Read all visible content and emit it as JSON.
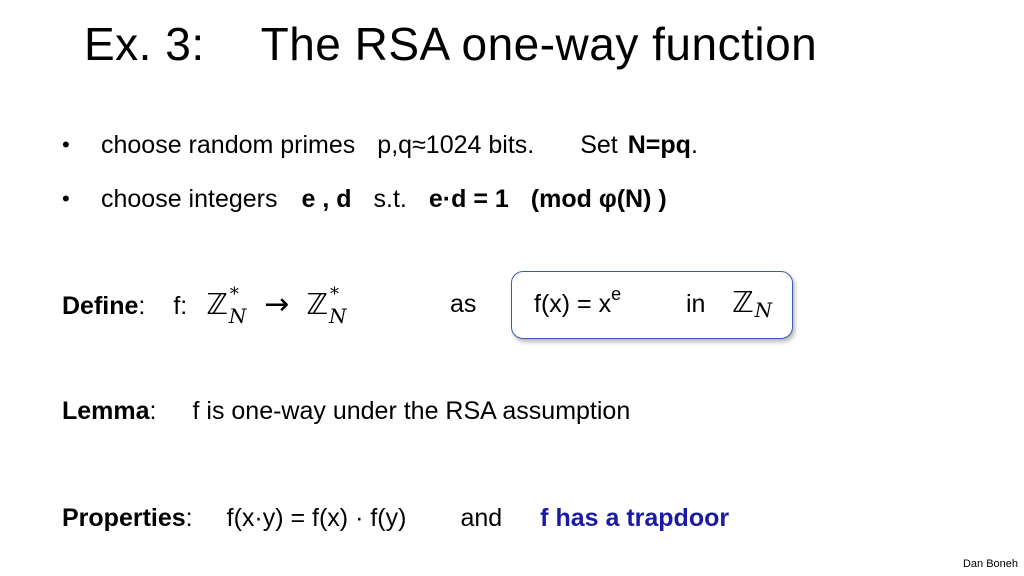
{
  "title": {
    "prefix": "Ex. 3:",
    "text": "The RSA one-way function"
  },
  "bullets": [
    {
      "bullet": "•",
      "part1": "choose random primes",
      "part2": "p,q",
      "approx": "≈",
      "part3": "1024 bits.",
      "part4": "Set",
      "bold": "N=pq",
      "end": "."
    },
    {
      "bullet": "•",
      "part1": "choose integers",
      "bold1": "e , d",
      "part2": "s.t.",
      "bold2": "e·d = 1",
      "bold3": "(mod φ(N) )"
    }
  ],
  "define": {
    "label": "Define",
    "colon": ":",
    "f": "f:",
    "domain": "ℤ",
    "domain_sup": "*",
    "domain_sub": "N",
    "arrow": "→",
    "codomain": "ℤ",
    "codomain_sup": "*",
    "codomain_sub": "N",
    "as": "as",
    "formula": "f(x) =  x",
    "formula_sup": "e",
    "in": "in",
    "ring": "ℤ",
    "ring_sub": "N"
  },
  "lemma": {
    "label": "Lemma",
    "colon": ":",
    "text": "f is one-way under the RSA assumption"
  },
  "properties": {
    "label": "Properties",
    "colon": ":",
    "text": "f(x·y) = f(x) · f(y)",
    "and": "and",
    "highlight": "f  has a trapdoor"
  },
  "footer": "Dan Boneh",
  "colors": {
    "highlight_text": "#1a1aa6",
    "box_border": "#3b5bb0"
  }
}
